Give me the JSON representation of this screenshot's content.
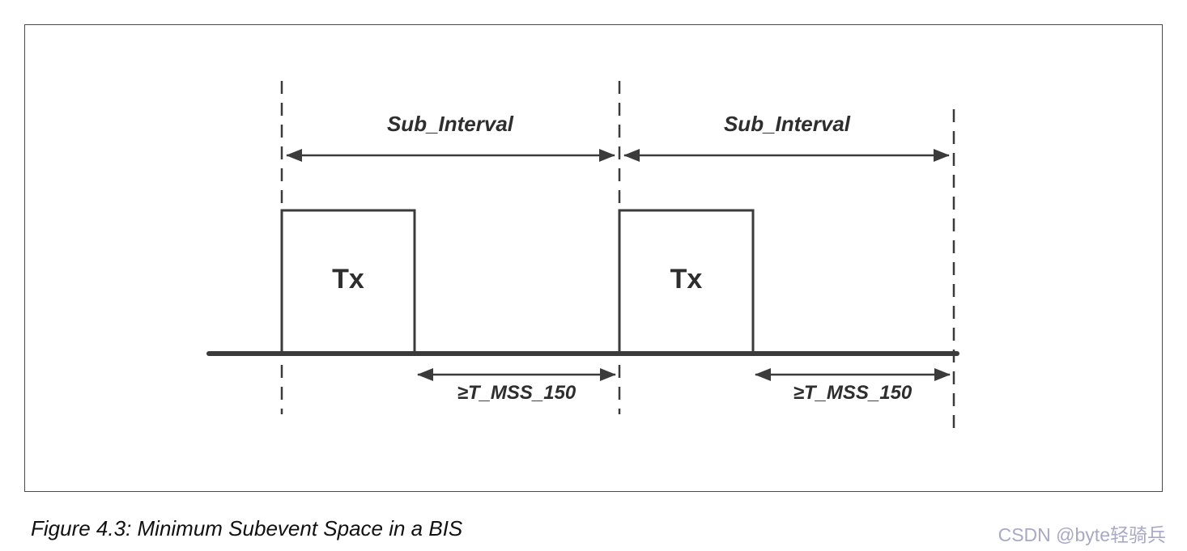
{
  "page": {
    "background": "#ffffff"
  },
  "figure": {
    "frame_border_color": "#4a4a4a",
    "line_color": "#3b3b3b",
    "labels": {
      "sub_interval": "Sub_Interval",
      "tx": "Tx",
      "t_mss": "≥T_MSS_150"
    },
    "caption": "Figure 4.3: Minimum Subevent Space in a BIS",
    "watermark": {
      "text": "CSDN @byte轻骑兵",
      "color": "#a8a8c8"
    }
  }
}
